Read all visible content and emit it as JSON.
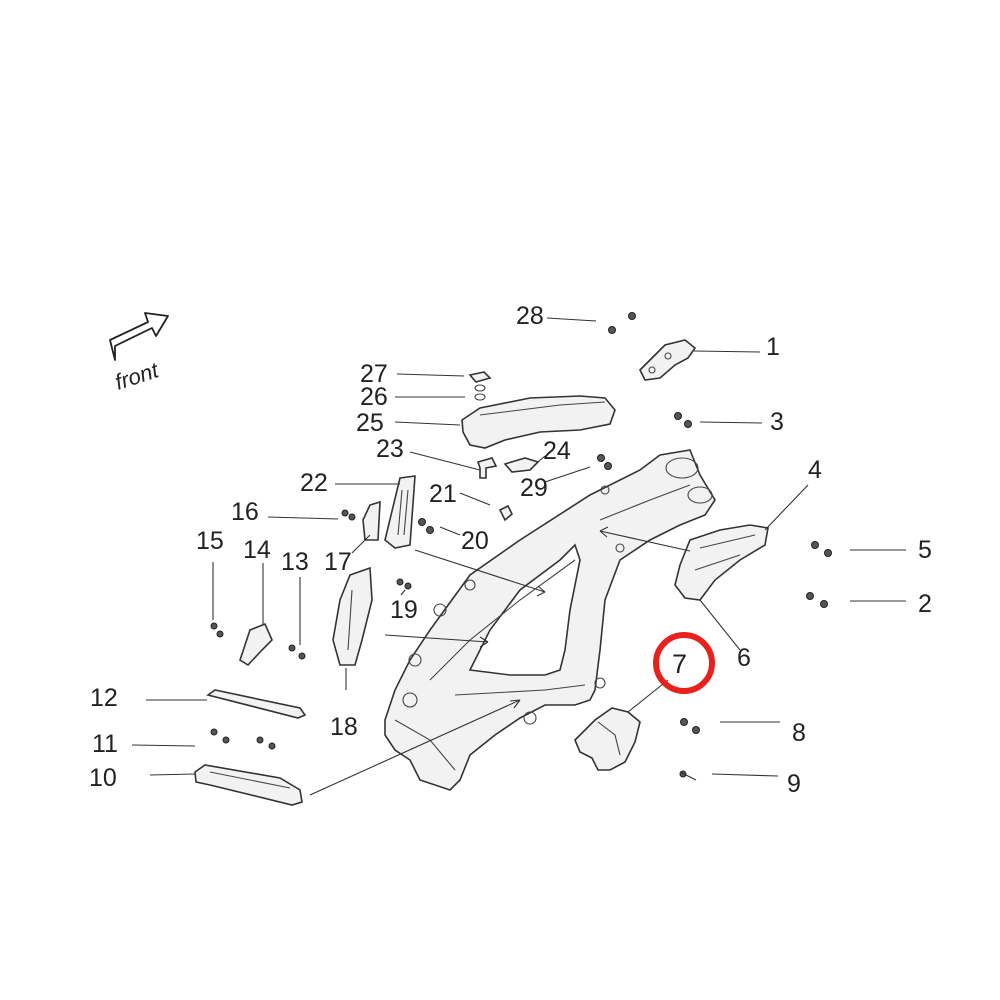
{
  "diagram": {
    "front_label": "front",
    "highlight_color": "#e8211d",
    "highlighted_part": "7",
    "labels": [
      "1",
      "2",
      "3",
      "4",
      "5",
      "6",
      "7",
      "8",
      "9",
      "10",
      "11",
      "12",
      "13",
      "14",
      "15",
      "16",
      "17",
      "18",
      "19",
      "20",
      "21",
      "22",
      "23",
      "24",
      "25",
      "26",
      "27",
      "28",
      "29"
    ]
  }
}
